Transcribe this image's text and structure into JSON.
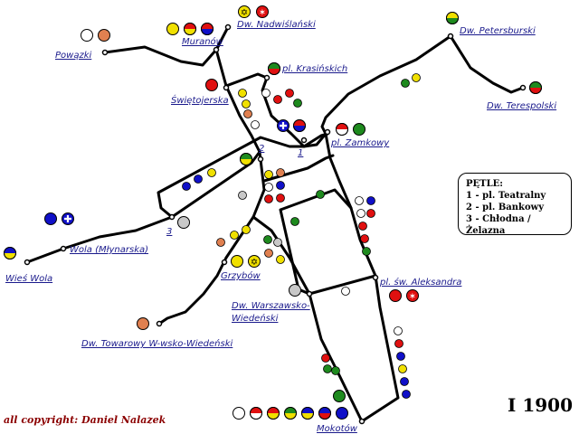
{
  "stations": {
    "powazki": "Powązki",
    "muranow": "Muranów",
    "dw_nadwislanski": "Dw. Nadwiślański",
    "dw_petersburski": "Dw. Petersburski",
    "pl_krasinskich": "pl. Krasińskich",
    "swietojerska": "Świętojerska",
    "dw_terespolski": "Dw. Terespolski",
    "pl_zamkowy": "pl. Zamkowy",
    "wola_mlynarska": "Wola (Młynarska)",
    "wies_wola": "Wieś Wola",
    "grzybow": "Grzybów",
    "dw_warszawsko_wiedenski_1": "Dw. Warszawsko-",
    "dw_warszawsko_wiedenski_2": "Wiedeński",
    "pl_sw_aleksandra": "pl. św. Aleksandra",
    "dw_towarowy": "Dw. Towarowy W-wsko-Wiedeński",
    "mokotow": "Mokotów"
  },
  "loop_markers": {
    "m1": "1",
    "m2": "2",
    "m3": "3"
  },
  "legend": {
    "title": "PĘTLE:",
    "items": [
      "1 - pl. Teatralny",
      "2 - pl. Bankowy",
      "3 - Chłodna / Żelazna"
    ]
  },
  "year": "I 1900",
  "copyright": "all copyright: Daniel Nalazek",
  "colors": {
    "line": "#000000",
    "label": "#1a1a8c",
    "copyright": "#8b0000",
    "route_green": "#1e8a1e",
    "route_red": "#e01010",
    "route_blue": "#1010c8",
    "route_yellow": "#f0e000",
    "route_orange": "#e08050",
    "route_gray": "#c8c8c8"
  }
}
